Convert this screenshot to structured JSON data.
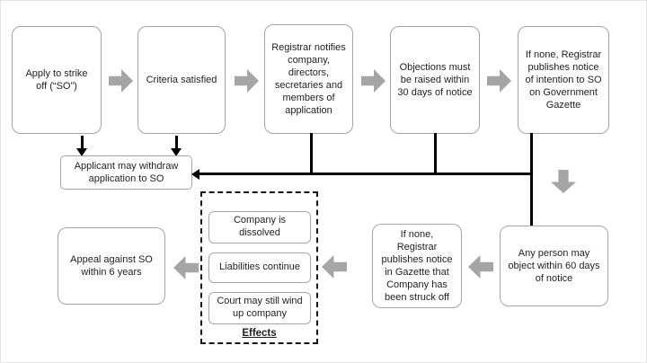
{
  "nodes": {
    "apply": {
      "label": "Apply to strike off (“SO”)"
    },
    "criteria": {
      "label": "Criteria satisfied"
    },
    "registrar_notifies": {
      "label": "Registrar notifies company, directors, secretaries and members of application"
    },
    "objections": {
      "label": "Objections must be raised within 30 days of notice"
    },
    "publish_intention": {
      "label": "If none, Registrar publishes notice of intention to SO on Government Gazette"
    },
    "withdraw": {
      "label": "Applicant may withdraw application to SO"
    },
    "any_person": {
      "label": "Any person may object within 60 days of notice"
    },
    "struck_off": {
      "label": "If none, Registrar publishes notice in Gazette that Company has been struck off"
    },
    "appeal": {
      "label": "Appeal against SO within 6 years"
    }
  },
  "effects": {
    "title": "Effects",
    "items": [
      "Company is dissolved",
      "Liabilities continue",
      "Court may still wind up company"
    ]
  },
  "colors": {
    "block_arrow": "#a5a5a5",
    "box_border": "#a6a6a6",
    "connector": "#000000",
    "text": "#1f1f1f"
  }
}
